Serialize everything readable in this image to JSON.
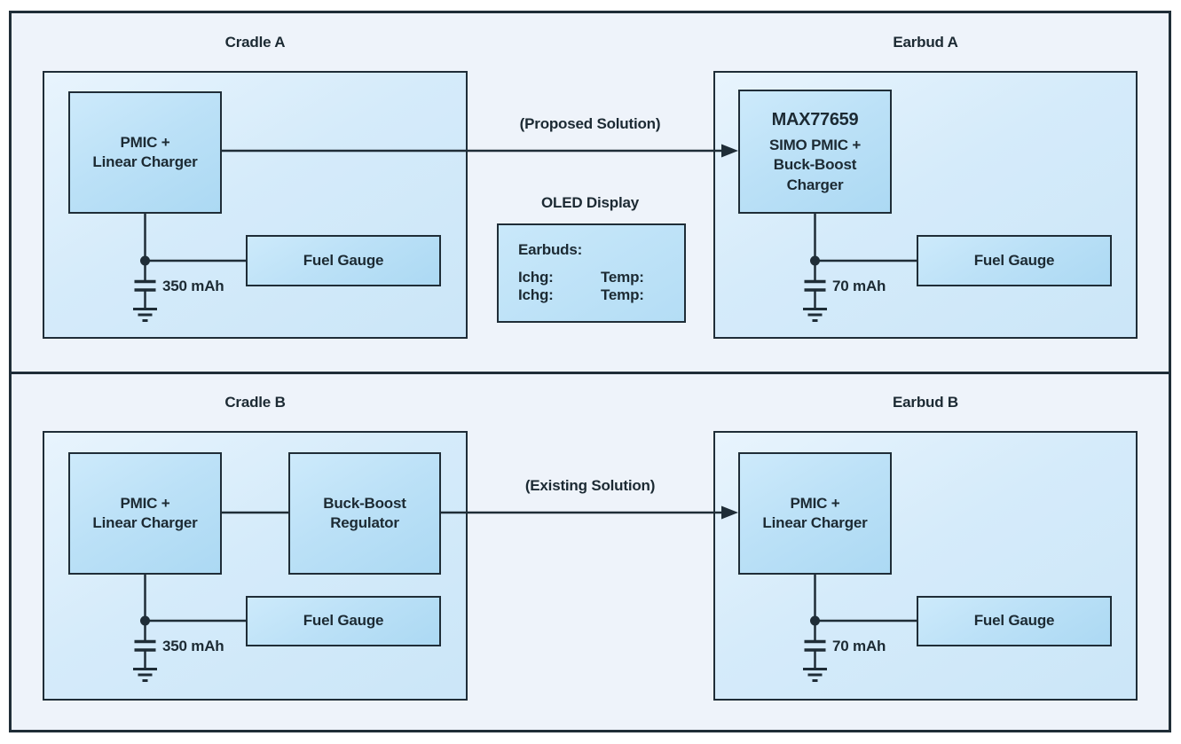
{
  "palette": {
    "line_color": "#1f2d37",
    "canvas_bg": "#eef3fa",
    "container_fill_light": "#e8f4fd",
    "container_fill_dark": "#cbe6f8",
    "block_fill_light": "#cdeafb",
    "block_fill_dark": "#acd9f3",
    "page_bg": "#ffffff"
  },
  "top_panel": {
    "arrow_label": "(Proposed Solution)",
    "cradle": {
      "title": "Cradle A",
      "pmic_block": "PMIC +\nLinear Charger",
      "fuel_gauge": "Fuel Gauge",
      "battery_label": "350 mAh"
    },
    "oled": {
      "title": "OLED Display",
      "earbuds_label": "Earbuds:",
      "rows": [
        {
          "ichg": "Ichg:",
          "temp": "Temp:"
        },
        {
          "ichg": "Ichg:",
          "temp": "Temp:"
        }
      ]
    },
    "earbud": {
      "title": "Earbud A",
      "main_block_title": "MAX77659",
      "main_block_subtitle": "SIMO PMIC +\nBuck-Boost\nCharger",
      "fuel_gauge": "Fuel Gauge",
      "battery_label": "70 mAh"
    }
  },
  "bottom_panel": {
    "arrow_label": "(Existing Solution)",
    "cradle": {
      "title": "Cradle B",
      "pmic_block": "PMIC +\nLinear Charger",
      "buck_boost_block": "Buck-Boost\nRegulator",
      "fuel_gauge": "Fuel Gauge",
      "battery_label": "350 mAh"
    },
    "earbud": {
      "title": "Earbud B",
      "pmic_block": "PMIC +\nLinear Charger",
      "fuel_gauge": "Fuel Gauge",
      "battery_label": "70 mAh"
    }
  }
}
